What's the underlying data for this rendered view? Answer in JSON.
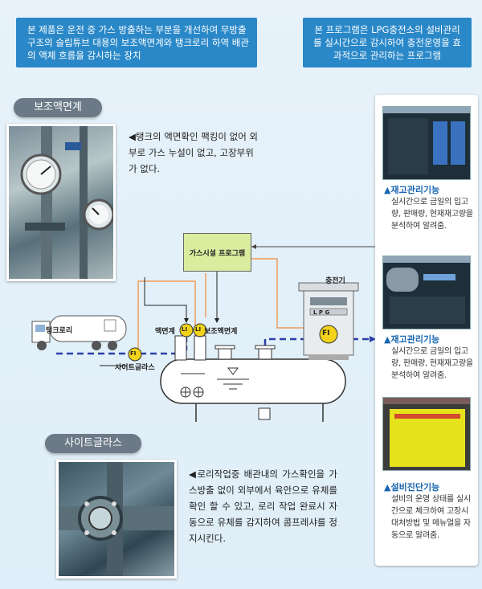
{
  "info": {
    "left": "본 제품은 운전 중 가스 방출하는 부분을 개선하여 무방출 구조의 슬립튜브 대용의 보조액면계와 탱크로리 하역 배관의 액체 흐름을 감시하는 장치",
    "right": "본 프로그램은 LPG충전소의 설비관리를 실시간으로 감시하여 충전운영을 효과적으로 관리하는 프로그램"
  },
  "sections": {
    "aux_gauge": {
      "label": "보조액면계",
      "desc": "◀탱크의 액면확인 팩킹이 없어 외부로 가스 누설이 없고, 고장부위가 없다."
    },
    "sight_glass": {
      "label": "사이트글라스",
      "desc": "◀로리작업중 배관내의 가스확인을 가스방출 없이 외부에서 육안으로 유체를 확인 할 수 있고, 로리 작업 완료시 자동으로 유체를 감지하여 콤프레샤를 정지시킨다."
    }
  },
  "diagram": {
    "program_box": "가스시설 프로그램",
    "truck": "탱크로리",
    "level_gauge": "액면계",
    "aux_level_gauge": "보조액면계",
    "sight_glass": "사이트글라스",
    "dispenser": "충전기",
    "li_symbol": "LI",
    "fi_symbol": "FI",
    "lpg_text": "L P G"
  },
  "functions": [
    {
      "title": "▲재고관리기능",
      "body": "실시간으로 금일의 입고량, 판매량, 현재재고량을 분석하여 알려줌."
    },
    {
      "title": "▲재고관리기능",
      "body": "실시간으로 금일의 입고량, 판매량, 현재재고량을 분석하여 알려줌."
    },
    {
      "title": "▲설비진단기능",
      "body": "설비의 운영 상태를 실시간으로 체크하여 고장시 대처방법 및 메뉴얼을 자동으로 알려줌."
    }
  ],
  "colors": {
    "info_bg": "#2a88c8",
    "pill_bg": "#6c7a88",
    "program_bg": "#d9ed9f",
    "symbol_yellow": "#f2d21b",
    "pipe_blue": "#2b3fa8",
    "signal_orange": "#f08a3a"
  }
}
